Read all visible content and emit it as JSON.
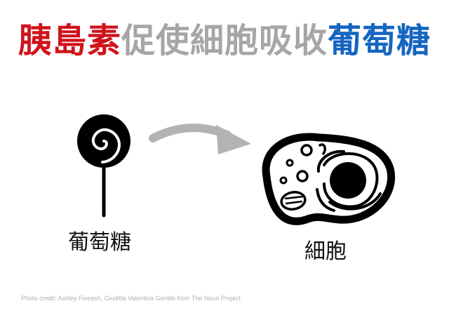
{
  "title": {
    "part1": "胰島素",
    "part2": "促使細胞吸收",
    "part3": "葡萄糖",
    "colors": {
      "part1": "#d0121b",
      "part2": "#a6a6a6",
      "part3": "#1565c0"
    }
  },
  "left_label": "葡萄糖",
  "right_label": "細胞",
  "credit": "Photo credit: Ashley Fiveash, Giuditta Valentina Gentile from The Noun Project",
  "icons": {
    "left": "lollipop-icon",
    "arrow": "curved-arrow-icon",
    "right": "cell-icon"
  },
  "arrow_color": "#b3b3b3"
}
